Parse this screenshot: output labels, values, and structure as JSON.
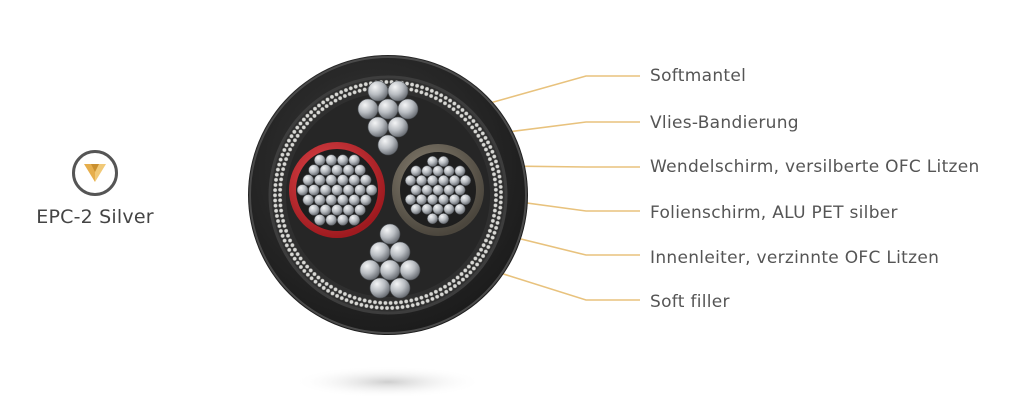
{
  "brand": {
    "product_name": "EPC-2 Silver",
    "logo_icon": "v-logo-icon",
    "logo_color": "#e6ae4c"
  },
  "labels": [
    "Softmantel",
    "Vlies-Bandierung",
    "Wendelschirm, versilberte OFC Litzen",
    "Folienschirm, ALU PET silber",
    "Innenleiter, verzinnte OFC Litzen",
    "Soft filler"
  ],
  "colors": {
    "leader_line": "#e8c27d",
    "jacket": "#2a2a2a",
    "red_insulation": "#c8262c",
    "grey_insulation": "#6b6457",
    "strand": "#c9ccd0",
    "label_text": "#555555"
  }
}
